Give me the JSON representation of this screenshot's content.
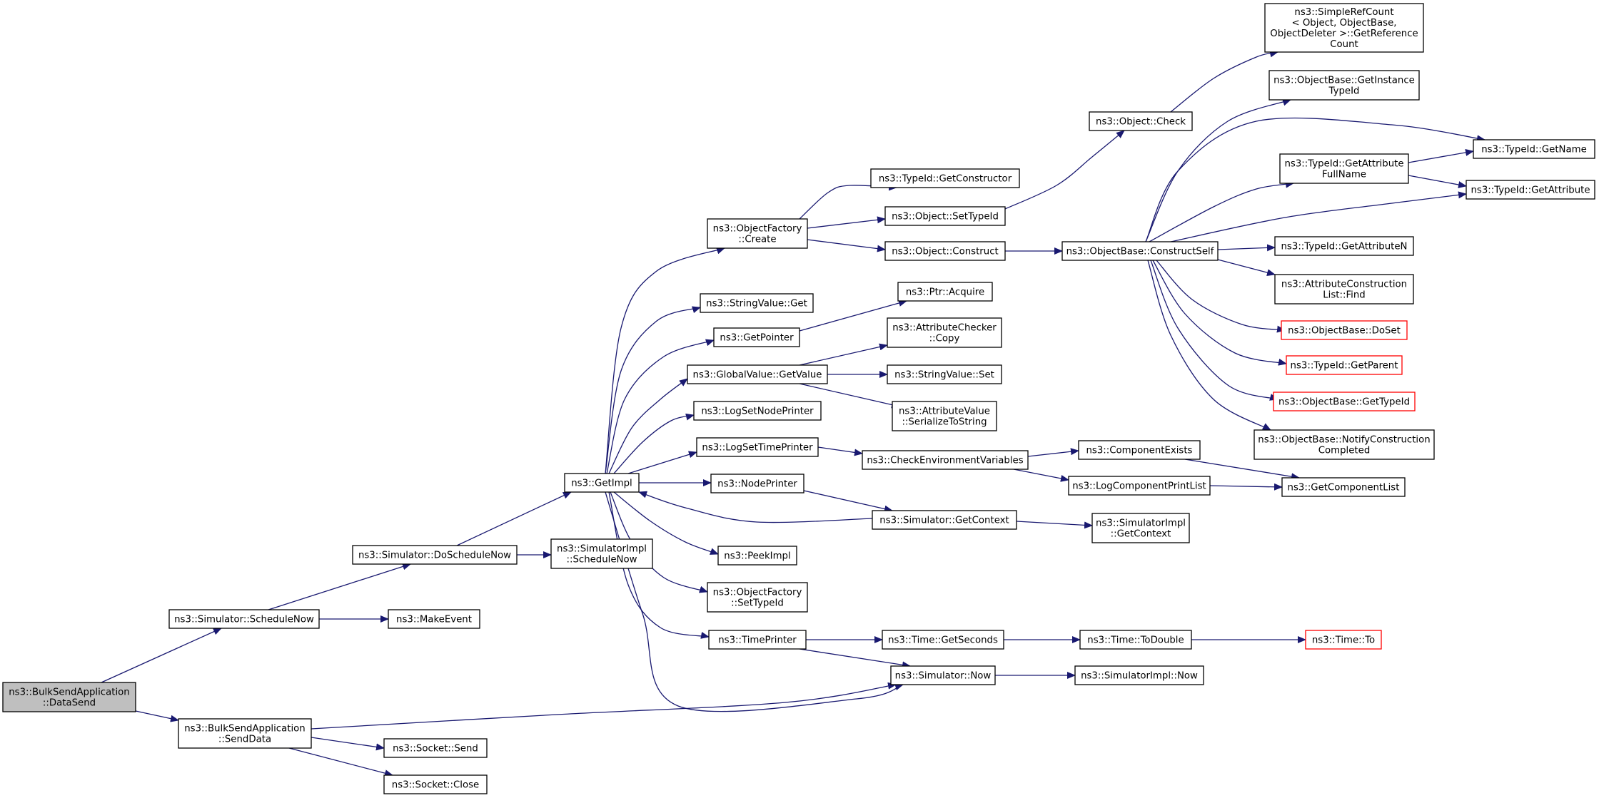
{
  "colors": {
    "edge": "#191970",
    "box_border": "#000000",
    "box_fill": "#ffffff",
    "root_fill": "#bfbfbf",
    "truncated_border": "#ff0000"
  },
  "nodes": [
    {
      "id": "n1",
      "lines": [
        "ns3::BulkSendApplication",
        "::DataSend"
      ],
      "kind": "root"
    },
    {
      "id": "n2",
      "lines": [
        "ns3::Simulator::ScheduleNow"
      ],
      "kind": "normal"
    },
    {
      "id": "n3",
      "lines": [
        "ns3::BulkSendApplication",
        "::SendData"
      ],
      "kind": "normal"
    },
    {
      "id": "n4",
      "lines": [
        "ns3::Simulator::DoScheduleNow"
      ],
      "kind": "normal"
    },
    {
      "id": "n5",
      "lines": [
        "ns3::MakeEvent"
      ],
      "kind": "normal"
    },
    {
      "id": "n6",
      "lines": [
        "ns3::Socket::Send"
      ],
      "kind": "normal"
    },
    {
      "id": "n7",
      "lines": [
        "ns3::Socket::Close"
      ],
      "kind": "normal"
    },
    {
      "id": "n8",
      "lines": [
        "ns3::GetImpl"
      ],
      "kind": "normal"
    },
    {
      "id": "n9",
      "lines": [
        "ns3::SimulatorImpl",
        "::ScheduleNow"
      ],
      "kind": "normal"
    },
    {
      "id": "n10",
      "lines": [
        "ns3::ObjectFactory",
        "::Create"
      ],
      "kind": "normal"
    },
    {
      "id": "n11",
      "lines": [
        "ns3::StringValue::Get"
      ],
      "kind": "normal"
    },
    {
      "id": "n12",
      "lines": [
        "ns3::GetPointer"
      ],
      "kind": "normal"
    },
    {
      "id": "n13",
      "lines": [
        "ns3::GlobalValue::GetValue"
      ],
      "kind": "normal"
    },
    {
      "id": "n14",
      "lines": [
        "ns3::LogSetNodePrinter"
      ],
      "kind": "normal"
    },
    {
      "id": "n15",
      "lines": [
        "ns3::LogSetTimePrinter"
      ],
      "kind": "normal"
    },
    {
      "id": "n16",
      "lines": [
        "ns3::NodePrinter"
      ],
      "kind": "normal"
    },
    {
      "id": "n17",
      "lines": [
        "ns3::PeekImpl"
      ],
      "kind": "normal"
    },
    {
      "id": "n18",
      "lines": [
        "ns3::ObjectFactory",
        "::SetTypeId"
      ],
      "kind": "normal"
    },
    {
      "id": "n19",
      "lines": [
        "ns3::TimePrinter"
      ],
      "kind": "normal"
    },
    {
      "id": "n20",
      "lines": [
        "ns3::TypeId::GetConstructor"
      ],
      "kind": "normal"
    },
    {
      "id": "n21",
      "lines": [
        "ns3::Object::SetTypeId"
      ],
      "kind": "normal"
    },
    {
      "id": "n22",
      "lines": [
        "ns3::Object::Construct"
      ],
      "kind": "normal"
    },
    {
      "id": "n23",
      "lines": [
        "ns3::Ptr::Acquire"
      ],
      "kind": "normal"
    },
    {
      "id": "n24",
      "lines": [
        "ns3::AttributeChecker",
        "::Copy"
      ],
      "kind": "normal"
    },
    {
      "id": "n25",
      "lines": [
        "ns3::StringValue::Set"
      ],
      "kind": "normal"
    },
    {
      "id": "n26",
      "lines": [
        "ns3::AttributeValue",
        "::SerializeToString"
      ],
      "kind": "normal"
    },
    {
      "id": "n27",
      "lines": [
        "ns3::CheckEnvironmentVariables"
      ],
      "kind": "normal"
    },
    {
      "id": "n28",
      "lines": [
        "ns3::Simulator::GetContext"
      ],
      "kind": "normal"
    },
    {
      "id": "n29",
      "lines": [
        "ns3::Time::GetSeconds"
      ],
      "kind": "normal"
    },
    {
      "id": "n30",
      "lines": [
        "ns3::Simulator::Now"
      ],
      "kind": "normal"
    },
    {
      "id": "n31",
      "lines": [
        "ns3::Object::Check"
      ],
      "kind": "normal"
    },
    {
      "id": "n32",
      "lines": [
        "ns3::ObjectBase::ConstructSelf"
      ],
      "kind": "normal"
    },
    {
      "id": "n33",
      "lines": [
        "ns3::ComponentExists"
      ],
      "kind": "normal"
    },
    {
      "id": "n34",
      "lines": [
        "ns3::LogComponentPrintList"
      ],
      "kind": "normal"
    },
    {
      "id": "n35",
      "lines": [
        "ns3::SimulatorImpl",
        "::GetContext"
      ],
      "kind": "normal"
    },
    {
      "id": "n36",
      "lines": [
        "ns3::Time::ToDouble"
      ],
      "kind": "normal"
    },
    {
      "id": "n37",
      "lines": [
        "ns3::SimulatorImpl::Now"
      ],
      "kind": "normal"
    },
    {
      "id": "n38",
      "lines": [
        "ns3::SimpleRefCount",
        "< Object, ObjectBase,",
        "ObjectDeleter >::GetReference",
        "Count"
      ],
      "kind": "normal"
    },
    {
      "id": "n39",
      "lines": [
        "ns3::ObjectBase::GetInstance",
        "TypeId"
      ],
      "kind": "normal"
    },
    {
      "id": "n40",
      "lines": [
        "ns3::TypeId::GetAttribute",
        "FullName"
      ],
      "kind": "normal"
    },
    {
      "id": "n41",
      "lines": [
        "ns3::TypeId::GetAttributeN"
      ],
      "kind": "normal"
    },
    {
      "id": "n42",
      "lines": [
        "ns3::AttributeConstruction",
        "List::Find"
      ],
      "kind": "normal"
    },
    {
      "id": "n43",
      "lines": [
        "ns3::ObjectBase::DoSet"
      ],
      "kind": "truncated"
    },
    {
      "id": "n44",
      "lines": [
        "ns3::TypeId::GetParent"
      ],
      "kind": "truncated"
    },
    {
      "id": "n45",
      "lines": [
        "ns3::ObjectBase::GetTypeId"
      ],
      "kind": "truncated"
    },
    {
      "id": "n46",
      "lines": [
        "ns3::ObjectBase::NotifyConstruction",
        "Completed"
      ],
      "kind": "normal"
    },
    {
      "id": "n47",
      "lines": [
        "ns3::GetComponentList"
      ],
      "kind": "normal"
    },
    {
      "id": "n48",
      "lines": [
        "ns3::Time::To"
      ],
      "kind": "truncated"
    },
    {
      "id": "n49",
      "lines": [
        "ns3::TypeId::GetName"
      ],
      "kind": "normal"
    },
    {
      "id": "n50",
      "lines": [
        "ns3::TypeId::GetAttribute"
      ],
      "kind": "normal"
    }
  ],
  "edges": [
    [
      "n1",
      "n2"
    ],
    [
      "n1",
      "n3"
    ],
    [
      "n2",
      "n4"
    ],
    [
      "n2",
      "n5"
    ],
    [
      "n3",
      "n30"
    ],
    [
      "n3",
      "n6"
    ],
    [
      "n3",
      "n7"
    ],
    [
      "n4",
      "n8"
    ],
    [
      "n4",
      "n9"
    ],
    [
      "n8",
      "n10"
    ],
    [
      "n8",
      "n11"
    ],
    [
      "n8",
      "n12"
    ],
    [
      "n8",
      "n13"
    ],
    [
      "n8",
      "n14"
    ],
    [
      "n8",
      "n15"
    ],
    [
      "n8",
      "n16"
    ],
    [
      "n8",
      "n17"
    ],
    [
      "n8",
      "n18"
    ],
    [
      "n8",
      "n19"
    ],
    [
      "n8",
      "n30"
    ],
    [
      "n10",
      "n20"
    ],
    [
      "n10",
      "n21"
    ],
    [
      "n10",
      "n22"
    ],
    [
      "n12",
      "n23"
    ],
    [
      "n13",
      "n24"
    ],
    [
      "n13",
      "n25"
    ],
    [
      "n13",
      "n26"
    ],
    [
      "n15",
      "n27"
    ],
    [
      "n16",
      "n28"
    ],
    [
      "n19",
      "n29"
    ],
    [
      "n19",
      "n30"
    ],
    [
      "n21",
      "n31"
    ],
    [
      "n22",
      "n32"
    ],
    [
      "n27",
      "n33"
    ],
    [
      "n27",
      "n34"
    ],
    [
      "n28",
      "n8"
    ],
    [
      "n28",
      "n35"
    ],
    [
      "n29",
      "n36"
    ],
    [
      "n30",
      "n37"
    ],
    [
      "n31",
      "n38"
    ],
    [
      "n32",
      "n39"
    ],
    [
      "n32",
      "n40"
    ],
    [
      "n32",
      "n49"
    ],
    [
      "n32",
      "n50"
    ],
    [
      "n32",
      "n41"
    ],
    [
      "n32",
      "n42"
    ],
    [
      "n32",
      "n43"
    ],
    [
      "n32",
      "n44"
    ],
    [
      "n32",
      "n45"
    ],
    [
      "n32",
      "n46"
    ],
    [
      "n33",
      "n47"
    ],
    [
      "n34",
      "n47"
    ],
    [
      "n36",
      "n48"
    ],
    [
      "n40",
      "n49"
    ],
    [
      "n40",
      "n50"
    ]
  ]
}
